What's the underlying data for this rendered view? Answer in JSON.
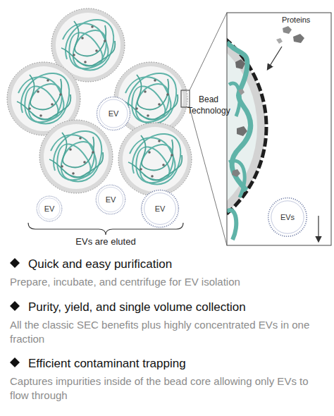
{
  "diagram": {
    "nodes": [
      {
        "text": [
          "EV"
        ]
      },
      {
        "text": [
          "EV"
        ]
      },
      {
        "text": [
          "EV"
        ]
      },
      {
        "text": [
          "EV"
        ]
      },
      {
        "text": [
          "EVs"
        ]
      }
    ],
    "labels": [
      "Bead Technology",
      "Proteins",
      "EVs are eluted",
      "Quick and easy purification",
      "Prepare, incubate, and centrifuge for EV isolation",
      "Purity, yield, and single volume collection",
      "All the classic SEC benefits plus highly concentrated EVs in one fraction",
      "Efficient contaminant trapping",
      "Captures impurities inside of the bead core allowing only EVs to flow through"
    ]
  }
}
